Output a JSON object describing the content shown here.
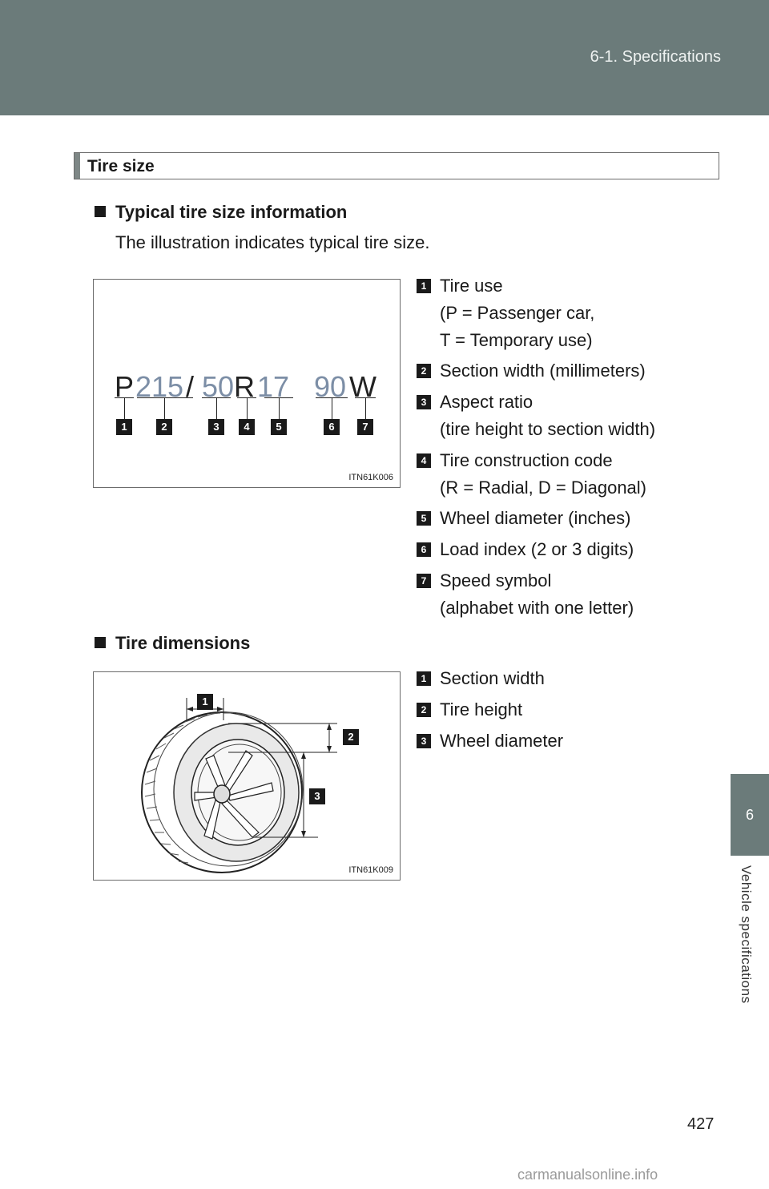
{
  "header": {
    "title": "6-1. Specifications"
  },
  "side_tab": {
    "number": "6",
    "label": "Vehicle specifications"
  },
  "page_number": "427",
  "watermark": "carmanualsonline.info",
  "section": {
    "title": "Tire size",
    "typical": {
      "heading": "Typical tire size information",
      "intro": "The illustration indicates typical tire size.",
      "figure_code": "ITN61K006",
      "tire_code": {
        "p": "P",
        "width": "215",
        "slash": "/",
        "aspect": "50",
        "construction": "R",
        "diameter": "17",
        "load": "90",
        "speed": "W"
      },
      "badges": [
        "1",
        "2",
        "3",
        "4",
        "5",
        "6",
        "7"
      ],
      "legend": [
        {
          "num": "1",
          "lines": [
            "Tire use",
            "(P = Passenger car,",
            "T = Temporary use)"
          ]
        },
        {
          "num": "2",
          "lines": [
            "Section width (millimeters)"
          ]
        },
        {
          "num": "3",
          "lines": [
            "Aspect ratio",
            "(tire height to section width)"
          ]
        },
        {
          "num": "4",
          "lines": [
            "Tire construction code",
            "(R = Radial, D = Diagonal)"
          ]
        },
        {
          "num": "5",
          "lines": [
            "Wheel diameter (inches)"
          ]
        },
        {
          "num": "6",
          "lines": [
            "Load index (2 or 3 digits)"
          ]
        },
        {
          "num": "7",
          "lines": [
            "Speed symbol",
            "(alphabet with one letter)"
          ]
        }
      ]
    },
    "dimensions": {
      "heading": "Tire dimensions",
      "figure_code": "ITN61K009",
      "badges": [
        "1",
        "2",
        "3"
      ],
      "legend": [
        {
          "num": "1",
          "lines": [
            "Section width"
          ]
        },
        {
          "num": "2",
          "lines": [
            "Tire height"
          ]
        },
        {
          "num": "3",
          "lines": [
            "Wheel diameter"
          ]
        }
      ]
    }
  }
}
